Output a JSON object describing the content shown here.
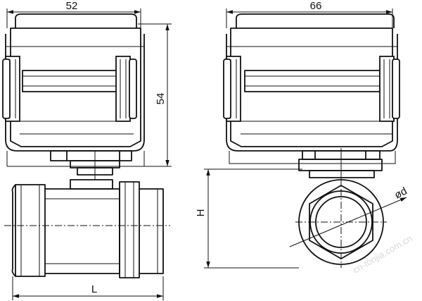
{
  "dimensions": {
    "width_left": "52",
    "width_right": "66",
    "actuator_height": "54",
    "length": "L",
    "center_height": "H",
    "pipe_diameter": "ød"
  },
  "watermark": "cn-tonjia.com.cn"
}
